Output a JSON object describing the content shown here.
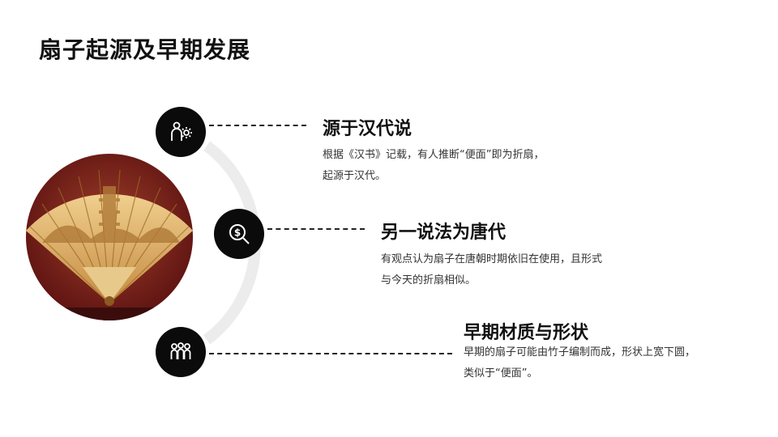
{
  "slide": {
    "title": "扇子起源及早期发展"
  },
  "items": [
    {
      "heading": "源于汉代说",
      "desc_line1": "根据《汉书》记载，有人推断“便面”即为折扇，",
      "desc_line2": "起源于汉代。",
      "icon": "person-gear-icon"
    },
    {
      "heading": "另一说法为唐代",
      "desc_line1": "有观点认为扇子在唐朝时期依旧在使用，且形式",
      "desc_line2": "与今天的折扇相似。",
      "icon": "dollar-search-icon"
    },
    {
      "heading": "早期材质与形状",
      "desc_line1": "早期的扇子可能由竹子编制而成，形状上宽下圆，",
      "desc_line2": "类似于“便面”。",
      "icon": "people-group-icon"
    }
  ],
  "colors": {
    "node_bg": "#0b0b0b",
    "arc": "#ececec",
    "fan_gold": "#d9a760",
    "backdrop_red": "#6b1616"
  }
}
